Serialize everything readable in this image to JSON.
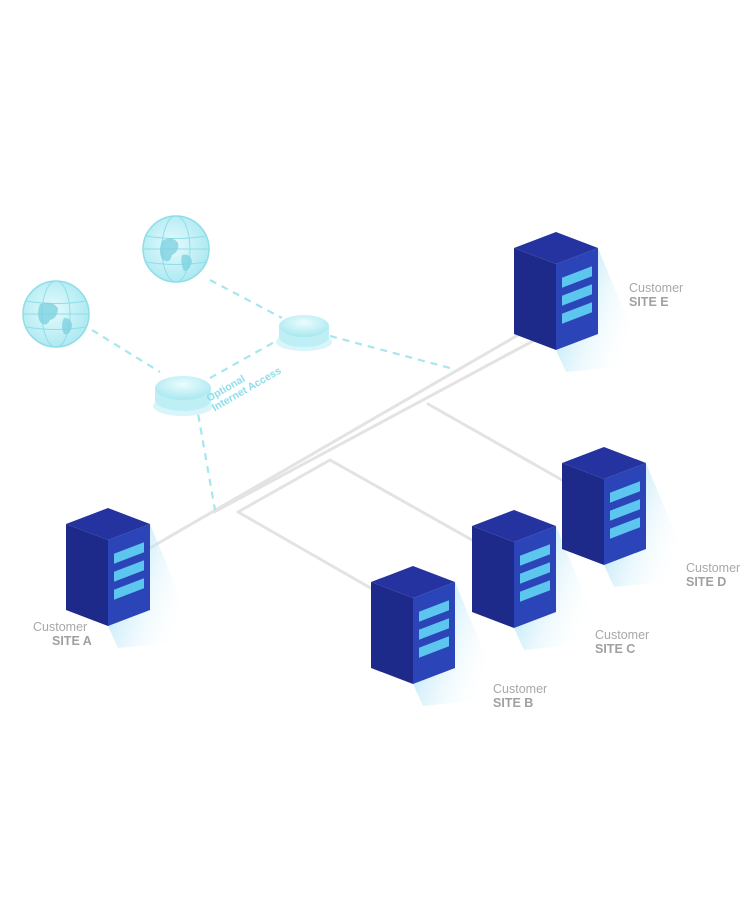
{
  "sites": [
    {
      "id": "site-a",
      "line1": "Customer",
      "line2": "SITE A"
    },
    {
      "id": "site-b",
      "line1": "Customer",
      "line2": "SITE B"
    },
    {
      "id": "site-c",
      "line1": "Customer",
      "line2": "SITE C"
    },
    {
      "id": "site-d",
      "line1": "Customer",
      "line2": "SITE D"
    },
    {
      "id": "site-e",
      "line1": "Customer",
      "line2": "SITE E"
    }
  ],
  "internet": {
    "line1": "Optional",
    "line2": "Internet Access"
  },
  "colors": {
    "server_dark": "#1e2a8a",
    "server_light": "#2b45b8",
    "server_slot": "#5cc6ef",
    "link_gray": "#e3e3e3",
    "dashed_cyan": "#a6e6ef",
    "globe": "#c9f1f6",
    "label_gray": "#a8a8a8"
  }
}
